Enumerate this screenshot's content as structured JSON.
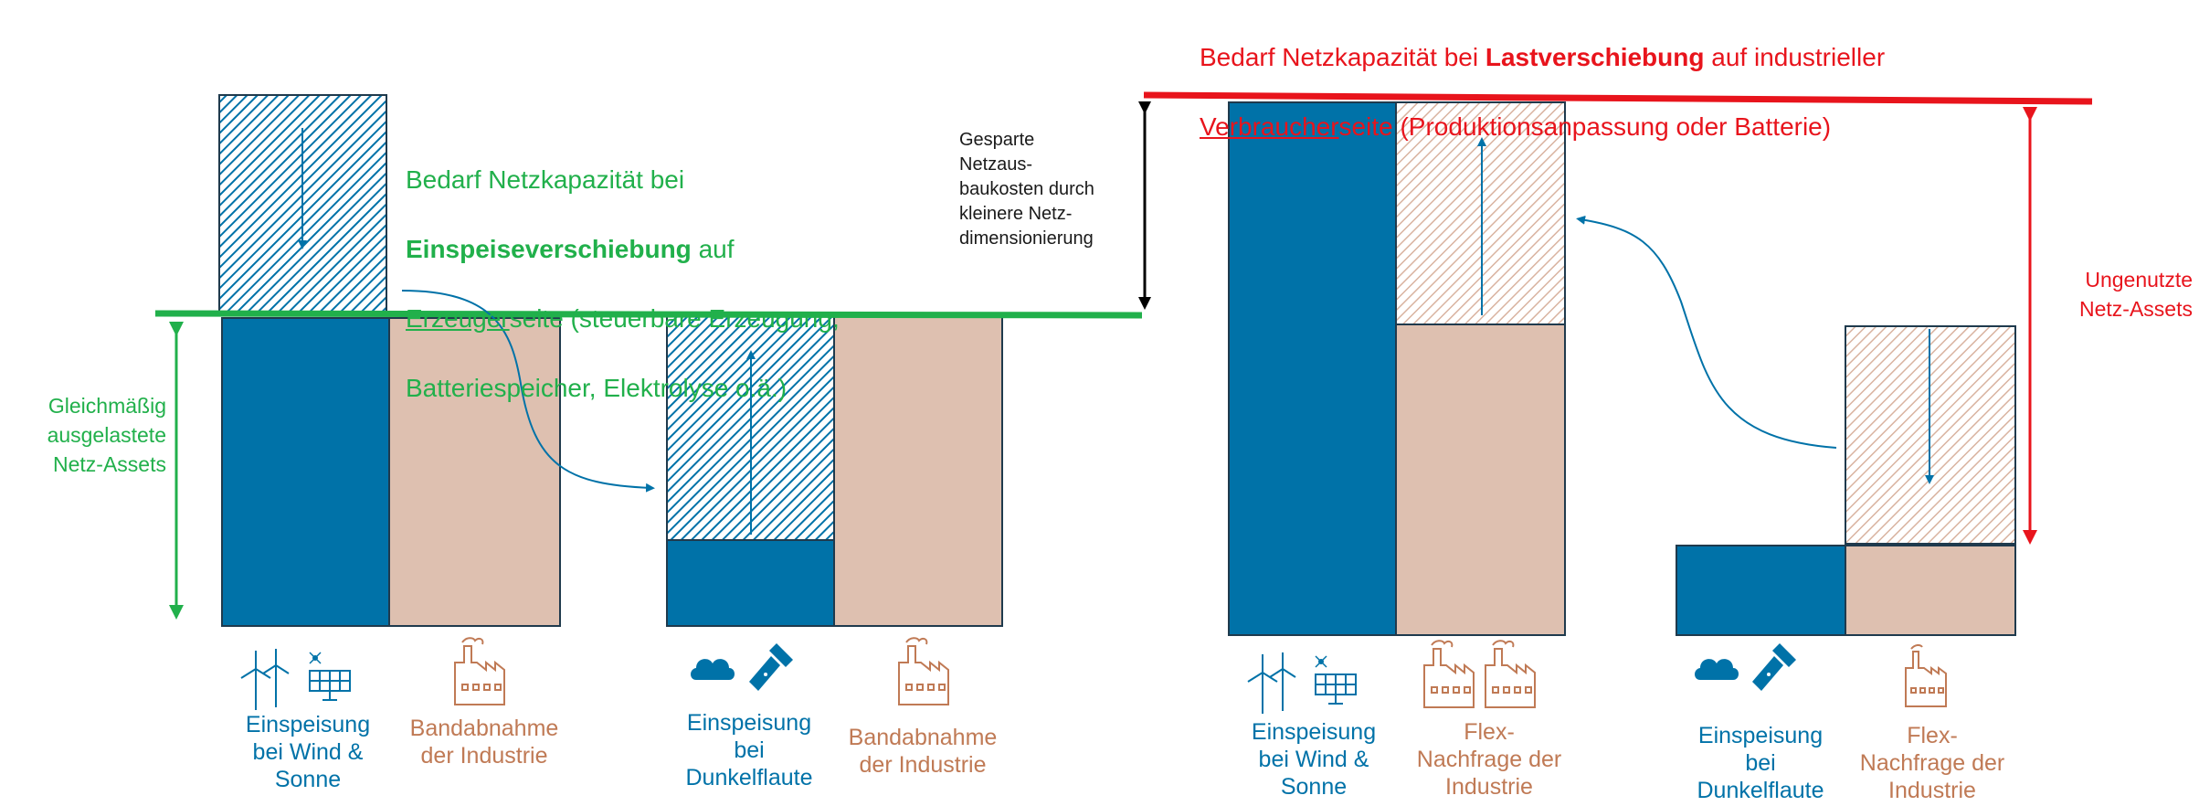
{
  "colors": {
    "blue": "#0072a8",
    "copper_fill": "#dec0b0",
    "copper_text": "#c07a55",
    "green": "#21b04b",
    "red": "#e8141c",
    "outline": "#1f3a4d"
  },
  "annotations": {
    "einspeise": {
      "line1": "Bedarf Netzkapazität bei",
      "bold": "Einspeiseverschiebung",
      "after_bold": " auf",
      "underlined": "Erzeuger",
      "after_underlined": "seite (steuerbare Erzeugung,",
      "line4": "Batteriespeicher, Elektrolyse o.ä.)"
    },
    "last": {
      "part1": "Bedarf Netzkapazität bei ",
      "bold": "Lastverschiebung",
      "part2": " auf industrieller",
      "underlined": "Verbraucher",
      "part3": "seite (Produktionsanpassung oder Batterie)"
    },
    "gesparte": "Gesparte\nNetzaus-\nbaukosten durch\nkleinere Netz-\ndimensionierung",
    "gleichmaessig": "Gleichmäßig\nausgelastete\nNetz-Assets",
    "ungenutzte": "Ungenutzte\nNetz-Assets"
  },
  "labels": {
    "g1_supply": "Einspeisung\nbei Wind &\nSonne",
    "g1_demand": "Bandabnahme\nder Industrie",
    "g2_supply": "Einspeisung\nbei\nDunkelflaute",
    "g2_demand": "Bandabnahme\nder Industrie",
    "g3_supply": "Einspeisung\nbei Wind &\nSonne",
    "g3_demand": "Flex-\nNachfrage der\nIndustrie",
    "g4_supply": "Einspeisung\nbei\nDunkelflaute",
    "g4_demand": "Flex-\nNachfrage der\nIndustrie"
  },
  "icons": {
    "wind": "wind-turbine-icon",
    "solar": "solar-panel-icon",
    "cloud": "cloud-icon",
    "flashlight": "flashlight-icon",
    "factory": "factory-icon"
  }
}
